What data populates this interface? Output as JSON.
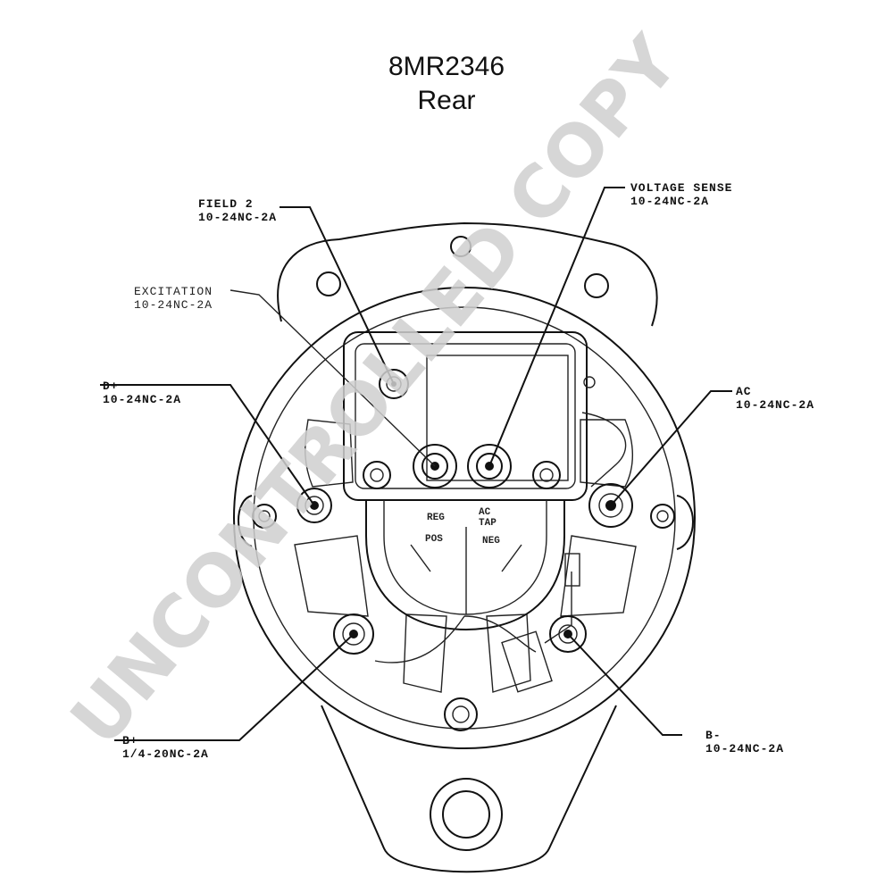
{
  "title": {
    "part_number": "8MR2346",
    "view": "Rear"
  },
  "labels": {
    "field2": {
      "name": "FIELD 2",
      "thread": "10-24NC-2A"
    },
    "excitation": {
      "name": "EXCITATION",
      "thread": "10-24NC-2A"
    },
    "dplus": {
      "name": "D+",
      "thread": "10-24NC-2A"
    },
    "voltage_sense": {
      "name": "VOLTAGE SENSE",
      "thread": "10-24NC-2A"
    },
    "ac": {
      "name": "AC",
      "thread": "10-24NC-2A"
    },
    "bplus": {
      "name": "B+",
      "thread": "1/4-20NC-2A"
    },
    "bminus": {
      "name": "B-",
      "thread": "10-24NC-2A"
    }
  },
  "terminal_marks": {
    "reg": "REG",
    "ac_tap_1": "AC",
    "ac_tap_2": "TAP",
    "pos": "POS",
    "neg": "NEG"
  },
  "watermark": "UNCONTROLLED COPY"
}
